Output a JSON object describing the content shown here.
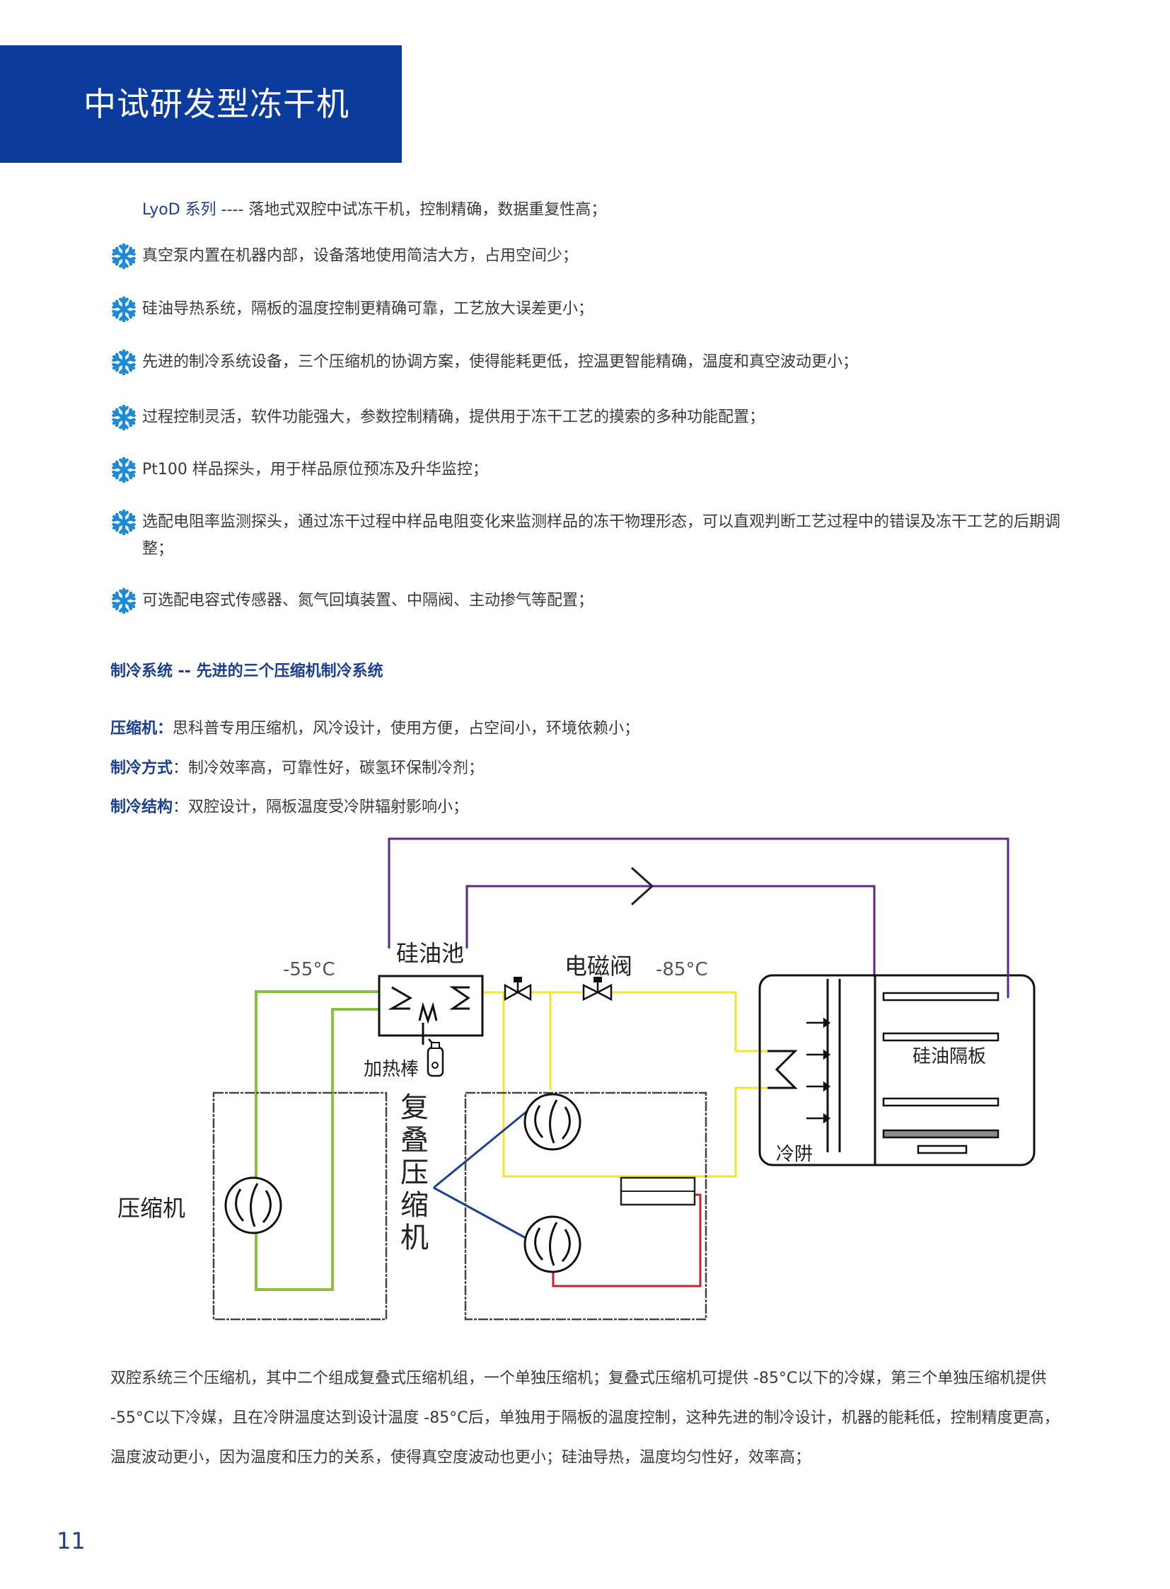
{
  "header": {
    "title": "中试研发型冻干机"
  },
  "intro": {
    "series": "LyoD 系列",
    "text": " ---- 落地式双腔中试冻干机，控制精确，数据重复性高；"
  },
  "features": [
    {
      "text": "真空泵内置在机器内部，设备落地使用简洁大方，占用空间少；"
    },
    {
      "text": "硅油导热系统，隔板的温度控制更精确可靠，工艺放大误差更小；"
    },
    {
      "text": "先进的制冷系统设备，三个压缩机的协调方案，使得能耗更低，控温更智能精确，温度和真空波动更小；"
    },
    {
      "text": "过程控制灵活，软件功能强大，参数控制精确，提供用于冻干工艺的摸索的多种功能配置；"
    },
    {
      "text": "Pt100 样品探头，用于样品原位预冻及升华监控；"
    },
    {
      "text": "选配电阻率监测探头，通过冻干过程中样品电阻变化来监测样品的冻干物理形态，可以直观判断工艺过程中的错误及冻干工艺的后期调整；"
    },
    {
      "text": "可选配电容式传感器、氮气回填装置、中隔阀、主动掺气等配置；"
    }
  ],
  "section_title": "制冷系统 -- 先进的三个压缩机制冷系统",
  "specs": [
    {
      "key": "压缩机：",
      "value": "思科普专用压缩机，风冷设计，使用方便，占空间小，环境依赖小；"
    },
    {
      "key": "制冷方式",
      "value": "：制冷效率高，可靠性好，碳氢环保制冷剂；"
    },
    {
      "key": "制冷结构",
      "value": "：双腔设计，隔板温度受冷阱辐射影响小；"
    }
  ],
  "diagram": {
    "labels": {
      "silicone_tank": "硅油池",
      "solenoid_valve": "电磁阀",
      "temp_left": "-55°C",
      "temp_right": "-85°C",
      "heater": "加热棒",
      "cascade": "复叠压缩机",
      "compressor": "压缩机",
      "shelf": "硅油隔板",
      "cold_trap": "冷阱"
    },
    "colors": {
      "purple": "#5a2a86",
      "green": "#8bbf3f",
      "yellow": "#f2e52c",
      "blue": "#1f3f94",
      "red": "#c8202f"
    }
  },
  "summary": "双腔系统三个压缩机，其中二个组成复叠式压缩机组，一个单独压缩机；复叠式压缩机可提供 -85°C以下的冷媒，第三个单独压缩机提供 -55°C以下冷媒，且在冷阱温度达到设计温度 -85°C后，单独用于隔板的温度控制，这种先进的制冷设计，机器的能耗低，控制精度更高，温度波动更小，因为温度和压力的关系，使得真空度波动也更小；硅油导热，温度均匀性好，效率高；",
  "page_number": "11"
}
